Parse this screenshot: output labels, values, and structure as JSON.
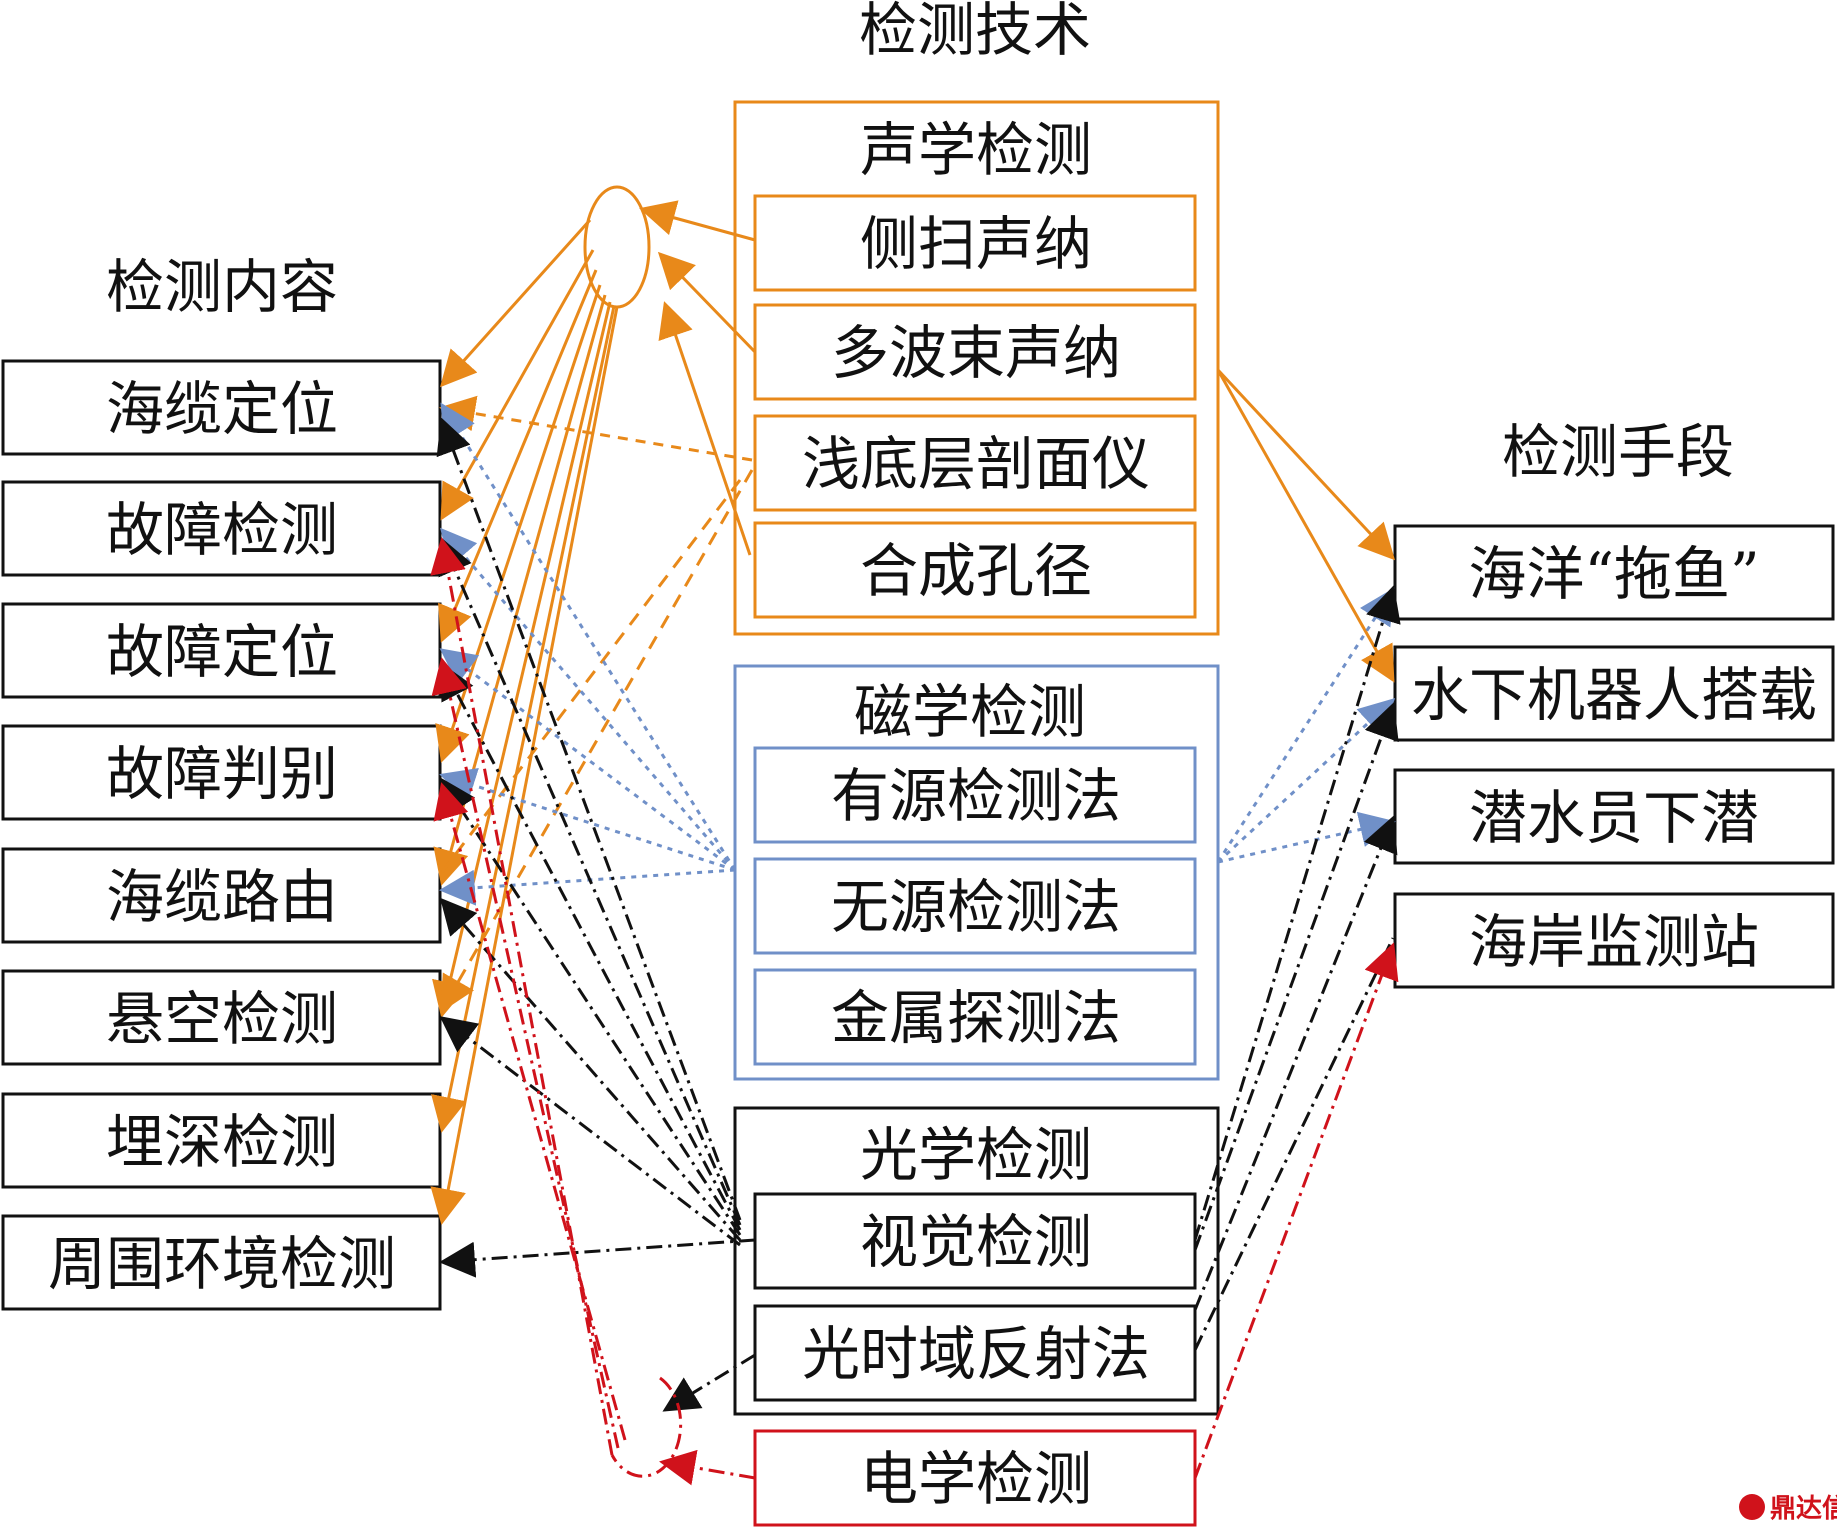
{
  "headers": {
    "tech": "检测技术",
    "content": "检测内容",
    "means": "检测手段"
  },
  "content_items": [
    "海缆定位",
    "故障检测",
    "故障定位",
    "故障判别",
    "海缆路由",
    "悬空检测",
    "埋深检测",
    "周围环境检测"
  ],
  "acoustic": {
    "title": "声学检测",
    "methods": [
      "侧扫声纳",
      "多波束声纳",
      "浅底层剖面仪",
      "合成孔径"
    ]
  },
  "magnetic": {
    "title": "磁学检测",
    "methods": [
      "有源检测法",
      "无源检测法",
      "金属探测法"
    ]
  },
  "optical": {
    "title": "光学检测",
    "methods": [
      "视觉检测",
      "光时域反射法"
    ]
  },
  "electrical": {
    "title": "电学检测"
  },
  "means_items": [
    "海洋“拖鱼”",
    "水下机器人搭载",
    "潜水员下潜",
    "海岸监测站"
  ],
  "watermark": "鼎达信",
  "colors": {
    "acoustic": "#e8891a",
    "magnetic": "#7090c8",
    "optical": "#111111",
    "electrical": "#d0121b",
    "box_black": "#111111"
  }
}
